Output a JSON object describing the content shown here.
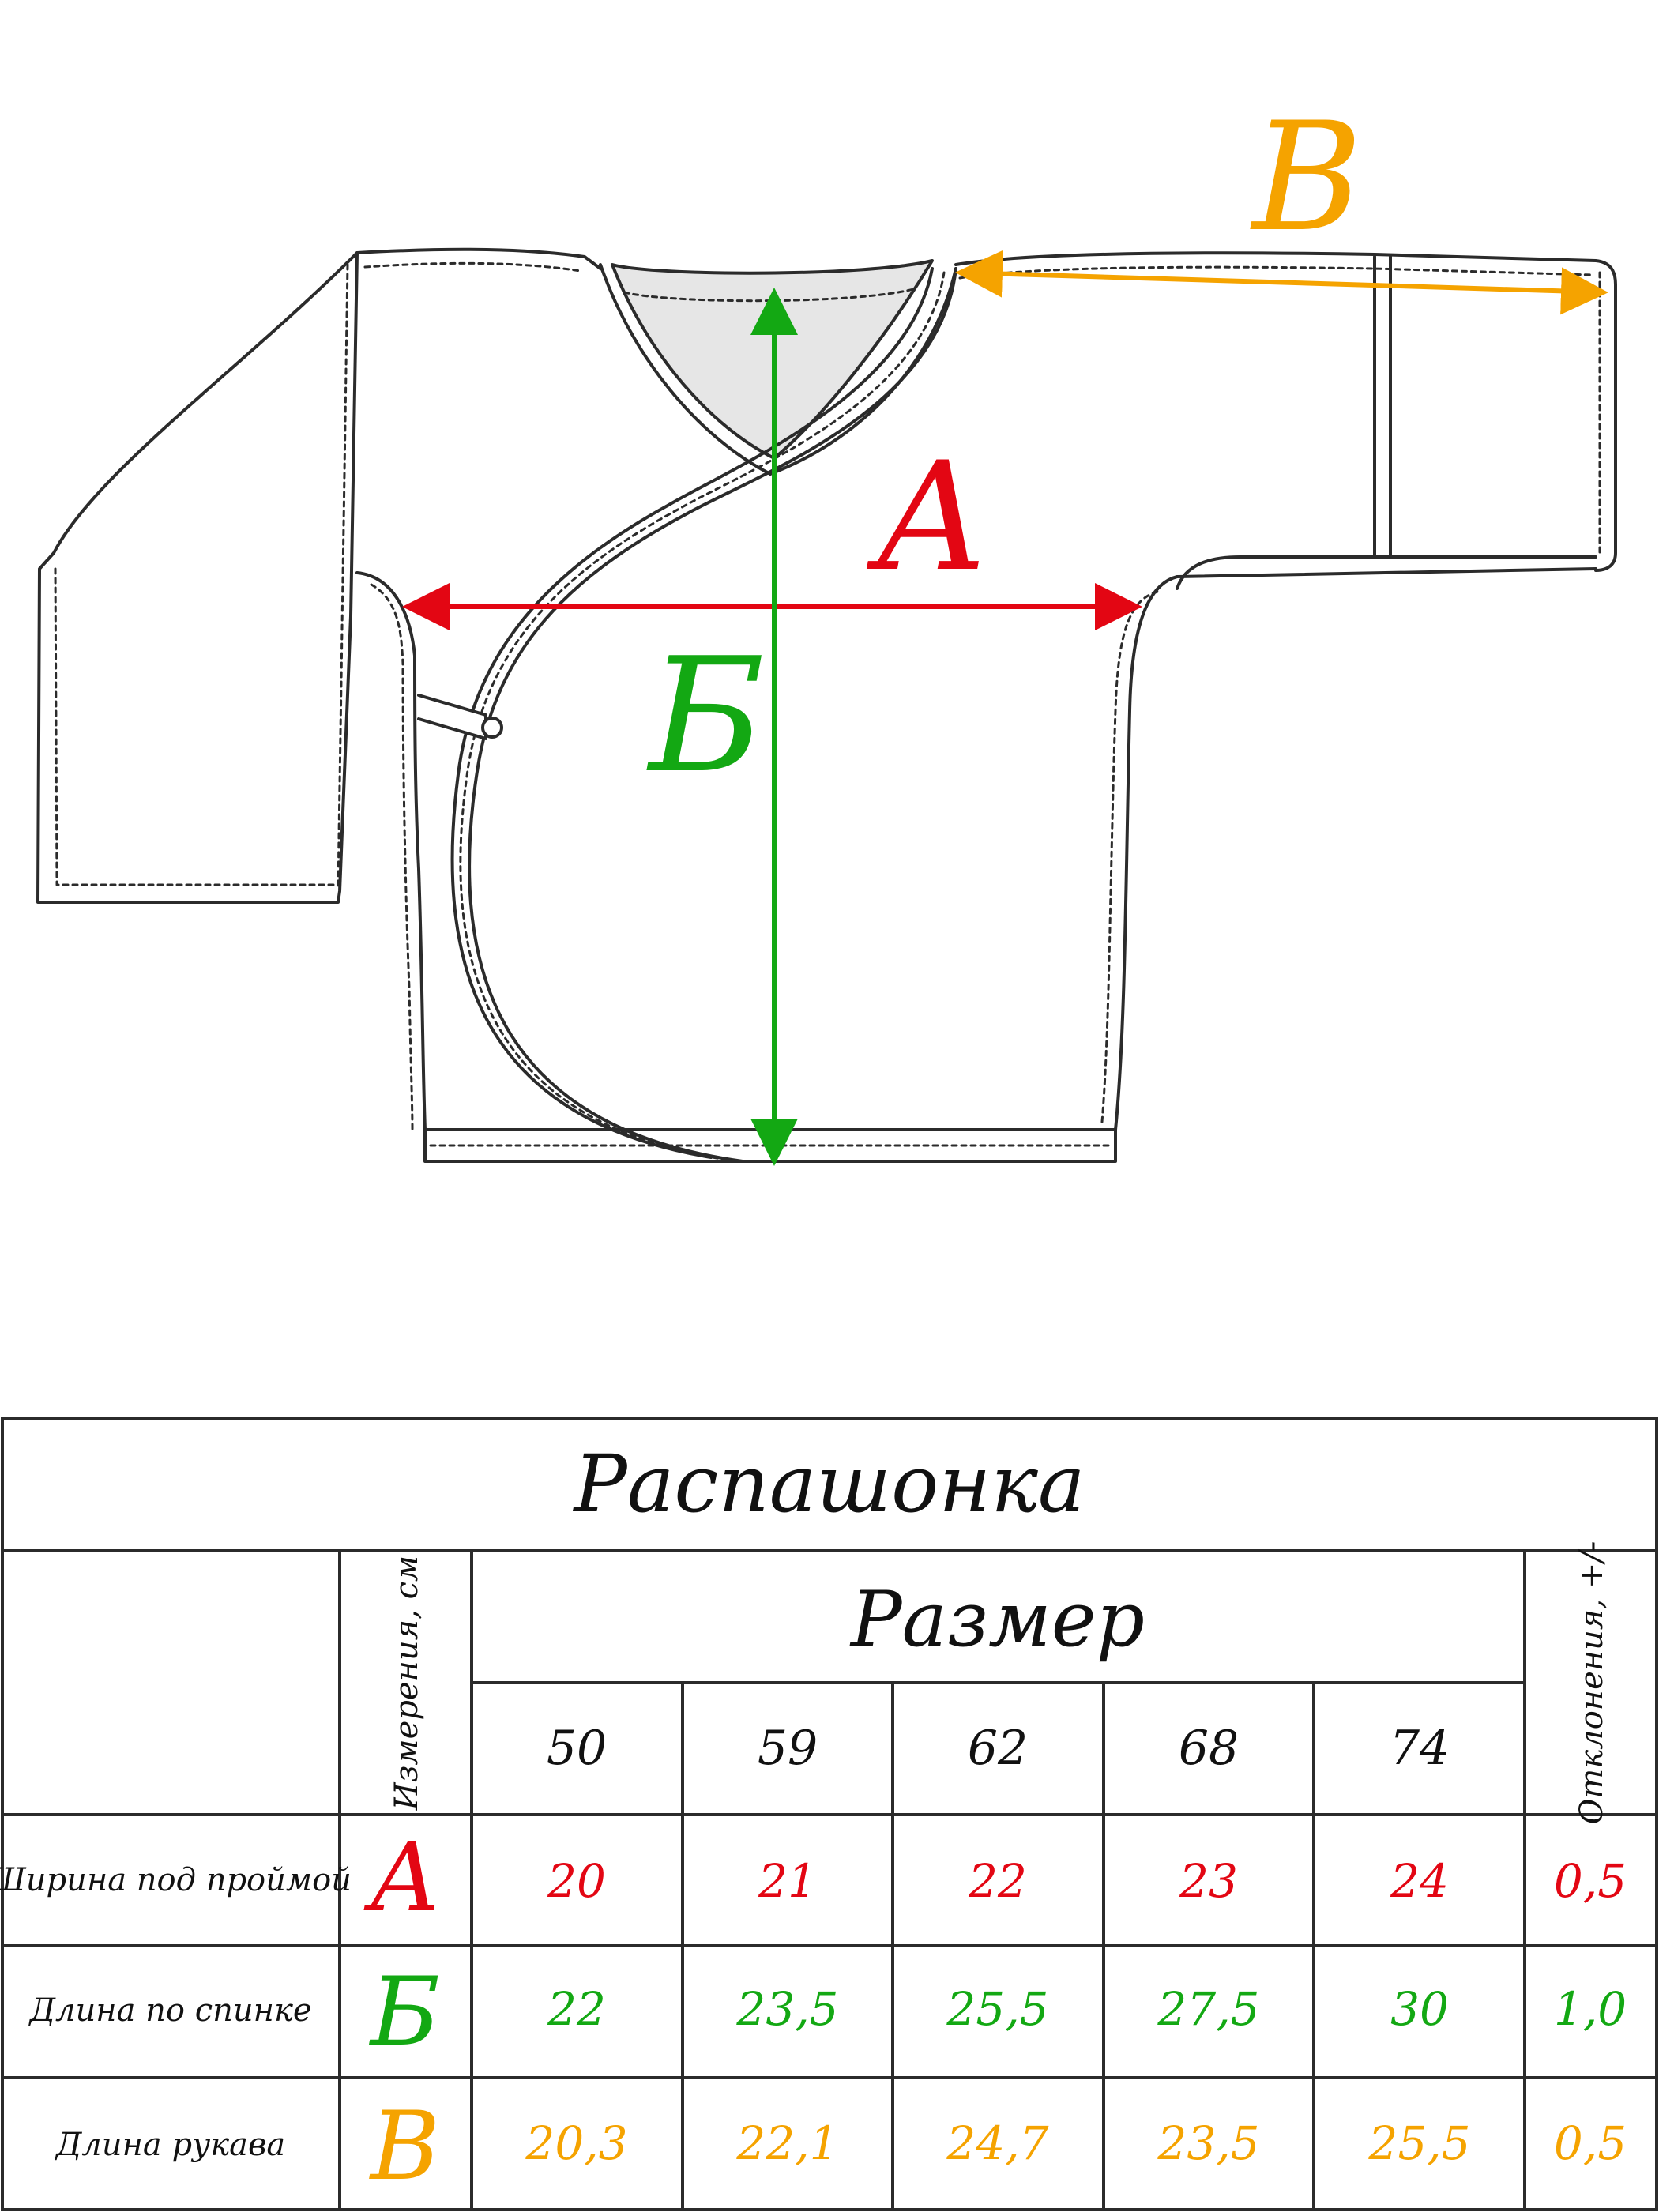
{
  "diagram": {
    "labels": {
      "a": "А",
      "b": "Б",
      "v": "В"
    }
  },
  "table": {
    "title": "Распашонка",
    "size_header": "Размер",
    "measure_header": "Измерения, см",
    "deviation_header": "Отклонения, +/-",
    "sizes": [
      "50",
      "59",
      "62",
      "68",
      "74"
    ],
    "rows": [
      {
        "name": "Ширина под проймой",
        "mark": "А",
        "values": [
          "20",
          "21",
          "22",
          "23",
          "24"
        ],
        "deviation": "0,5"
      },
      {
        "name": "Длина по спинке",
        "mark": "Б",
        "values": [
          "22",
          "23,5",
          "25,5",
          "27,5",
          "30"
        ],
        "deviation": "1,0"
      },
      {
        "name": "Длина рукава",
        "mark": "В",
        "values": [
          "20,3",
          "22,1",
          "24,7",
          "23,5",
          "25,5"
        ],
        "deviation": "0,5"
      }
    ]
  },
  "colors": {
    "a": "#e30613",
    "b": "#13a813",
    "v": "#f5a300",
    "line": "#2b2b2b",
    "neck_fill": "#e6e6e6"
  }
}
